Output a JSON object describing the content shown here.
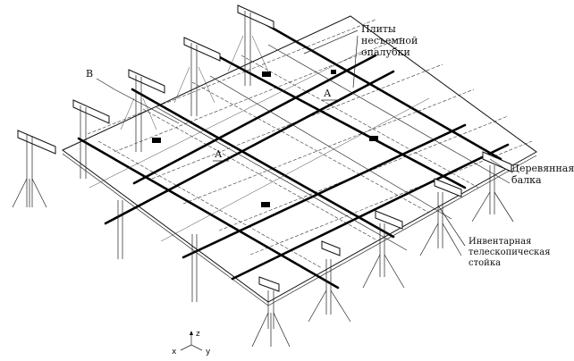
{
  "labels": {
    "slabs_line1": "Плиты",
    "slabs_line2": "несъемной",
    "slabs_line3": "опалубки",
    "wood_beam_line1": "Деревянная",
    "wood_beam_line2": "балка",
    "prop_line1": "Инвентарная",
    "prop_line2": "телескопическая",
    "prop_line3": "стойка",
    "mark_b": "В",
    "mark_a_top": "А",
    "mark_a_bottom": "А"
  },
  "axes": {
    "x": "x",
    "y": "y",
    "z": "z"
  }
}
